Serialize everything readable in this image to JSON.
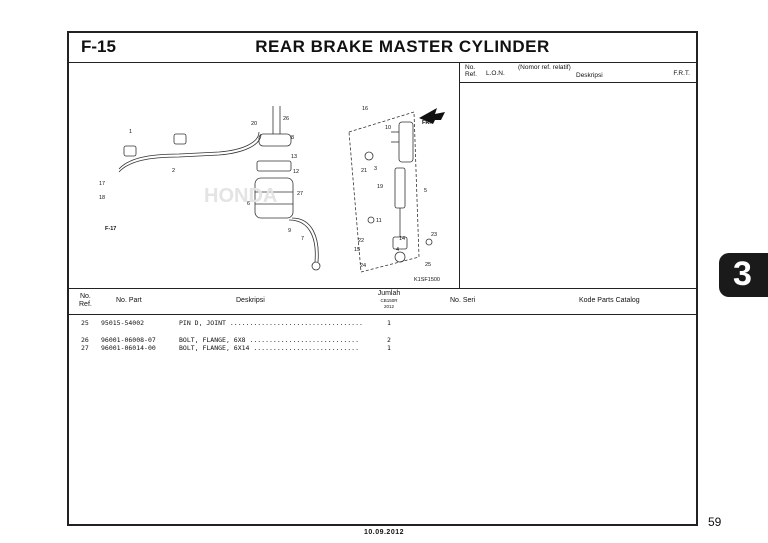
{
  "header": {
    "code": "F-15",
    "title": "REAR BRAKE MASTER CYLINDER"
  },
  "diagram": {
    "fig_ref": "F-17",
    "fr_mark": "FR.",
    "code": "K1SF1500",
    "callouts": [
      "1",
      "2",
      "3",
      "4",
      "5",
      "6",
      "7",
      "8",
      "9",
      "10",
      "11",
      "12",
      "13",
      "14",
      "15",
      "16",
      "17",
      "18",
      "19",
      "20",
      "21",
      "22",
      "23",
      "24",
      "25",
      "26",
      "27"
    ]
  },
  "ref_panel": {
    "no": "No.",
    "ref": "Ref.",
    "lon": "L.O.N.",
    "nomor": "(Nomor ref. relatif)",
    "deskripsi": "Deskripsi",
    "frt": "F.R.T."
  },
  "parts_table": {
    "headers": {
      "no": "No.",
      "ref": "Ref.",
      "part": "No. Part",
      "deskripsi": "Deskripsi",
      "jumlah": "Jumlah",
      "jumlah_sub1": "CB150R",
      "jumlah_sub2": "2012",
      "seri": "No. Seri",
      "kode": "Kode Parts Catalog"
    },
    "rows": [
      {
        "ref": "25",
        "part": "95015-54002",
        "desc": "PIN D, JOINT ..................................",
        "qty": "1"
      },
      {
        "ref": "26",
        "part": "96001-06008-07",
        "desc": "BOLT, FLANGE, 6X8 ............................",
        "qty": "2"
      },
      {
        "ref": "27",
        "part": "96001-06014-00",
        "desc": "BOLT, FLANGE, 6X14 ...........................",
        "qty": "1"
      }
    ]
  },
  "section_tab": "3",
  "page_number": "59",
  "date": "10.09.2012"
}
